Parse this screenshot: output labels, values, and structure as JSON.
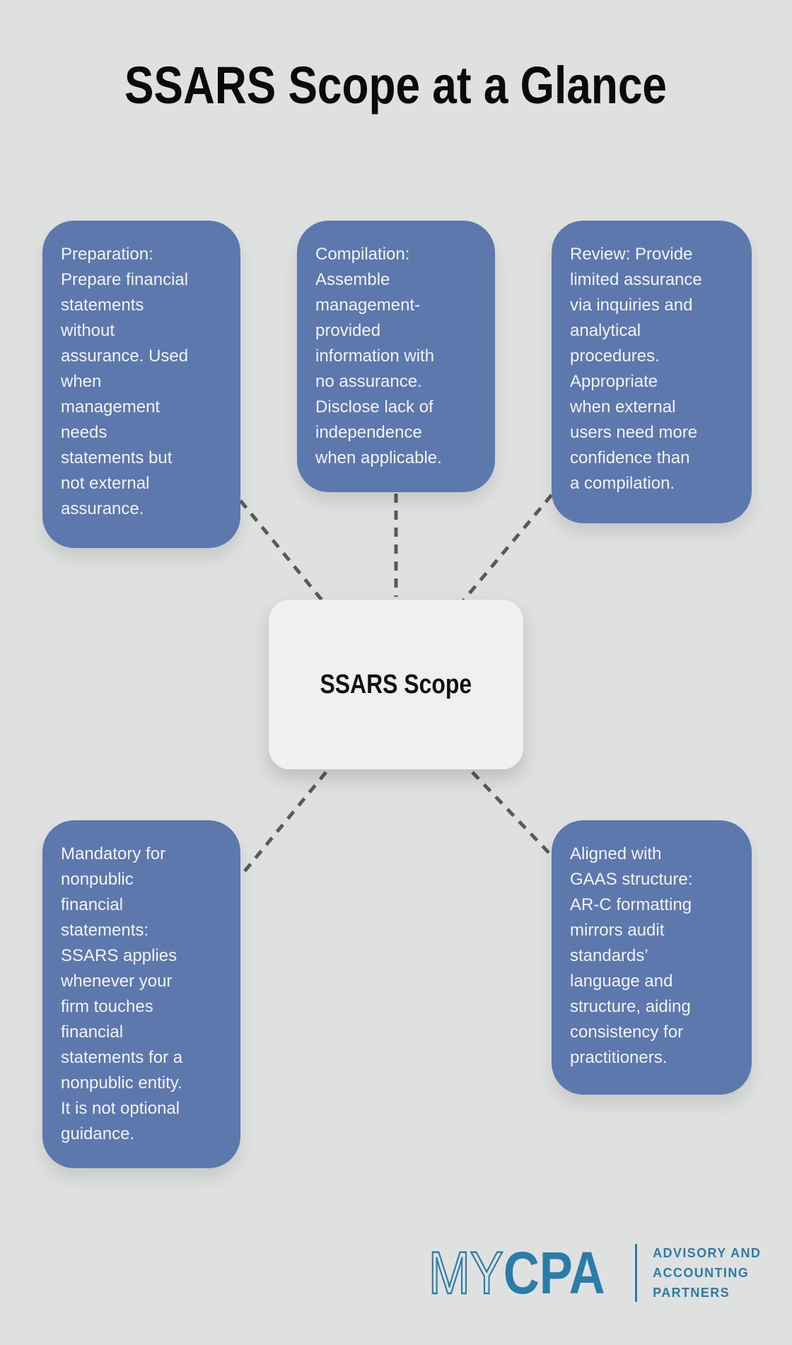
{
  "title": "SSARS Scope at a Glance",
  "center": {
    "label": "SSARS Scope"
  },
  "cards": [
    {
      "id": "preparation",
      "text": "Preparation:\nPrepare financial\nstatements\nwithout\nassurance. Used\nwhen\nmanagement\nneeds\nstatements but\nnot external\nassurance."
    },
    {
      "id": "compilation",
      "text": "Compilation:\nAssemble\nmanagement-\nprovided\ninformation with\nno assurance.\nDisclose lack of\nindependence\nwhen applicable."
    },
    {
      "id": "review",
      "text": "Review: Provide\nlimited assurance\nvia inquiries and\nanalytical\nprocedures.\nAppropriate\nwhen external\nusers need more\nconfidence than\na compilation."
    },
    {
      "id": "mandatory",
      "text": "Mandatory for\nnonpublic\nfinancial\nstatements:\nSSARS applies\nwhenever your\nfirm touches\nfinancial\nstatements for a\nnonpublic entity.\nIt is not optional\nguidance."
    },
    {
      "id": "gaas-aligned",
      "text": "Aligned with\nGAAS structure:\nAR-C formatting\nmirrors audit\nstandards’\nlanguage and\nstructure, aiding\nconsistency for\npractitioners."
    }
  ],
  "logo": {
    "brand_light": "MY",
    "brand_bold": "CPA",
    "tagline_lines": [
      "ADVISORY AND",
      "ACCOUNTING",
      "PARTNERS"
    ]
  },
  "colors": {
    "background": "#dfe0e0",
    "card_blue": "#5d78ad",
    "card_text": "#f1f3f8",
    "center_node_bg": "#eff0f2",
    "connector_gray": "#5a5a5a",
    "title_black": "#0a0a0a",
    "logo_teal": "#2a7da6"
  }
}
